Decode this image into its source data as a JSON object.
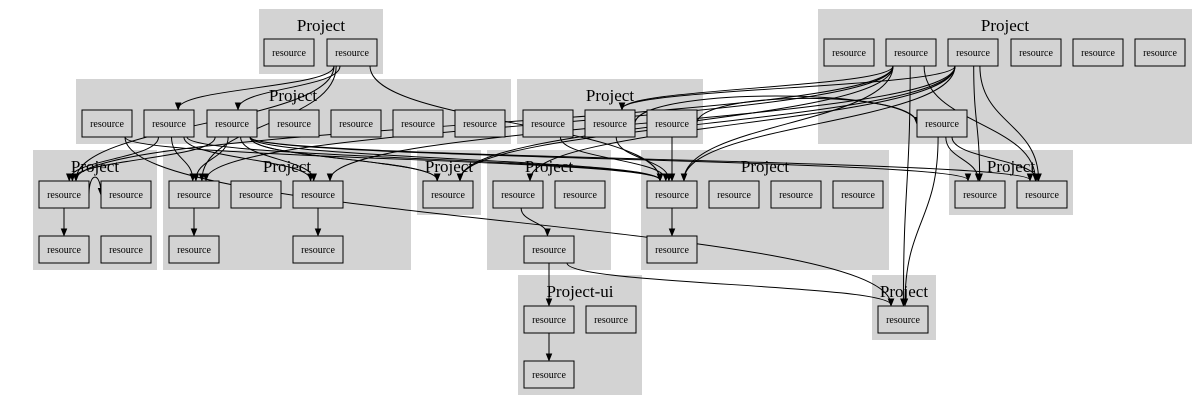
{
  "diagram": {
    "clusters": [
      {
        "id": "c1",
        "label": "Project",
        "nodes": [
          "c1n1",
          "c1n2"
        ]
      },
      {
        "id": "c2",
        "label": "Project",
        "nodes": [
          "c2n1",
          "c2n2",
          "c2n3",
          "c2n4",
          "c2n5",
          "c2n6"
        ]
      },
      {
        "id": "c3",
        "label": "Project",
        "nodes": [
          "c3n1",
          "c3n2",
          "c3n3",
          "c3n4",
          "c3n5",
          "c3n6",
          "c3n7"
        ]
      },
      {
        "id": "c4",
        "label": "Project",
        "nodes": [
          "c4n1",
          "c4n2",
          "c4n3"
        ]
      },
      {
        "id": "c5",
        "label": "Project",
        "nodes": [
          "c5n1",
          "c5n2"
        ]
      },
      {
        "id": "c6",
        "label": "Project",
        "nodes": [
          "c6n1",
          "c6n2",
          "c6n3",
          "c6n4"
        ]
      },
      {
        "id": "c7",
        "label": "Project",
        "nodes": [
          "c7n1",
          "c7n2",
          "c7n3",
          "c7n4",
          "c7n5",
          "c7n6"
        ]
      },
      {
        "id": "c8",
        "label": "Project",
        "nodes": [
          "c8n1"
        ]
      },
      {
        "id": "c9",
        "label": "Project",
        "nodes": [
          "c9n1",
          "c9n2",
          "c9n3"
        ]
      },
      {
        "id": "c10",
        "label": "Project",
        "nodes": [
          "c10n1",
          "c10n2",
          "c10n3",
          "c10n4",
          "c10n5"
        ]
      },
      {
        "id": "c11",
        "label": "Project",
        "nodes": [
          "c11n1",
          "c11n2"
        ]
      },
      {
        "id": "c12",
        "label": "Project-ui",
        "nodes": [
          "c12n1",
          "c12n2",
          "c12n3"
        ]
      },
      {
        "id": "c13",
        "label": "Project",
        "nodes": [
          "c13n1"
        ]
      }
    ],
    "nodes": [
      {
        "id": "c1n1",
        "label": "resource"
      },
      {
        "id": "c1n2",
        "label": "resource"
      },
      {
        "id": "c2n1",
        "label": "resource"
      },
      {
        "id": "c2n2",
        "label": "resource"
      },
      {
        "id": "c2n3",
        "label": "resource"
      },
      {
        "id": "c2n4",
        "label": "resource"
      },
      {
        "id": "c2n5",
        "label": "resource"
      },
      {
        "id": "c2n6",
        "label": "resource"
      },
      {
        "id": "c3n1",
        "label": "resource"
      },
      {
        "id": "c3n2",
        "label": "resource"
      },
      {
        "id": "c3n3",
        "label": "resource"
      },
      {
        "id": "c3n4",
        "label": "resource"
      },
      {
        "id": "c3n5",
        "label": "resource"
      },
      {
        "id": "c3n6",
        "label": "resource"
      },
      {
        "id": "c3n7",
        "label": "resource"
      },
      {
        "id": "c4n1",
        "label": "resource"
      },
      {
        "id": "c4n2",
        "label": "resource"
      },
      {
        "id": "c4n3",
        "label": "resource"
      },
      {
        "id": "c5n1",
        "label": "resource"
      },
      {
        "id": "c5n2",
        "label": "resource"
      },
      {
        "id": "c6n1",
        "label": "resource"
      },
      {
        "id": "c6n2",
        "label": "resource"
      },
      {
        "id": "c6n3",
        "label": "resource"
      },
      {
        "id": "c6n4",
        "label": "resource"
      },
      {
        "id": "c7n1",
        "label": "resource"
      },
      {
        "id": "c7n2",
        "label": "resource"
      },
      {
        "id": "c7n3",
        "label": "resource"
      },
      {
        "id": "c7n4",
        "label": "resource"
      },
      {
        "id": "c7n5",
        "label": "resource"
      },
      {
        "id": "c7n6",
        "label": "resource"
      },
      {
        "id": "c8n1",
        "label": "resource"
      },
      {
        "id": "c9n1",
        "label": "resource"
      },
      {
        "id": "c9n2",
        "label": "resource"
      },
      {
        "id": "c9n3",
        "label": "resource"
      },
      {
        "id": "c10n1",
        "label": "resource"
      },
      {
        "id": "c10n2",
        "label": "resource"
      },
      {
        "id": "c10n3",
        "label": "resource"
      },
      {
        "id": "c10n4",
        "label": "resource"
      },
      {
        "id": "c10n5",
        "label": "resource"
      },
      {
        "id": "c11n1",
        "label": "resource"
      },
      {
        "id": "c11n2",
        "label": "resource"
      },
      {
        "id": "c12n1",
        "label": "resource"
      },
      {
        "id": "c12n2",
        "label": "resource"
      },
      {
        "id": "c12n3",
        "label": "resource"
      },
      {
        "id": "c13n1",
        "label": "resource"
      }
    ],
    "edges": [
      {
        "from": "c4n1",
        "to": "c4n2"
      },
      {
        "from": "c4n1",
        "to": "c4n3"
      },
      {
        "from": "c6n1",
        "to": "c6n2"
      },
      {
        "from": "c6n3",
        "to": "c6n4"
      },
      {
        "from": "c9n1",
        "to": "c9n3"
      },
      {
        "from": "c10n1",
        "to": "c10n5"
      },
      {
        "from": "c12n1",
        "to": "c12n3"
      },
      {
        "from": "c9n3",
        "to": "c12n1"
      },
      {
        "from": "c9n3",
        "to": "c13n1"
      },
      {
        "from": "c1n2",
        "to": "c4n1"
      },
      {
        "from": "c1n2",
        "to": "c6n1"
      },
      {
        "from": "c1n2",
        "to": "c3n2"
      },
      {
        "from": "c1n2",
        "to": "c3n3"
      },
      {
        "from": "c1n2",
        "to": "c10n1"
      },
      {
        "from": "c2n3",
        "to": "c11n1"
      },
      {
        "from": "c2n3",
        "to": "c11n2"
      },
      {
        "from": "c2n3",
        "to": "c7n2"
      },
      {
        "from": "c2n2",
        "to": "c7n2"
      },
      {
        "from": "c2n2",
        "to": "c13n1"
      },
      {
        "from": "c2n2",
        "to": "c10n1"
      },
      {
        "from": "c2n2",
        "to": "c11n2"
      },
      {
        "from": "c7n1",
        "to": "c7n5"
      },
      {
        "from": "c7n2",
        "to": "c7n5"
      },
      {
        "from": "c7n2",
        "to": "c7n6"
      },
      {
        "from": "c7n3",
        "to": "c7n5"
      },
      {
        "from": "c7n3",
        "to": "c7n6"
      },
      {
        "from": "c7n6",
        "to": "c11n1"
      },
      {
        "from": "c7n6",
        "to": "c11n2"
      },
      {
        "from": "c7n6",
        "to": "c13n1"
      },
      {
        "from": "c3n2",
        "to": "c4n1"
      },
      {
        "from": "c3n2",
        "to": "c6n1"
      },
      {
        "from": "c3n2",
        "to": "c6n3"
      },
      {
        "from": "c3n2",
        "to": "c10n1"
      },
      {
        "from": "c3n3",
        "to": "c4n1"
      },
      {
        "from": "c3n3",
        "to": "c6n3"
      },
      {
        "from": "c3n3",
        "to": "c5n1"
      },
      {
        "from": "c3n3",
        "to": "c11n1"
      },
      {
        "from": "c3n3",
        "to": "c11n2"
      },
      {
        "from": "c2n2",
        "to": "c4n1"
      },
      {
        "from": "c2n3",
        "to": "c6n3"
      },
      {
        "from": "c2n3",
        "to": "c10n1"
      },
      {
        "from": "c2n3",
        "to": "c5n1"
      },
      {
        "from": "c2n3",
        "to": "c9n1"
      },
      {
        "from": "c2n2",
        "to": "c6n1"
      },
      {
        "from": "c2n2",
        "to": "c5n1"
      },
      {
        "from": "c3n1",
        "to": "c13n1"
      },
      {
        "from": "c3n3",
        "to": "c10n1"
      },
      {
        "from": "c3n3",
        "to": "c6n1"
      },
      {
        "from": "c3n3",
        "to": "c5n1"
      },
      {
        "from": "c3n1",
        "to": "c10n1"
      }
    ]
  },
  "colors": {
    "cluster": "#d3d3d3",
    "node": "#d3d3d3",
    "stroke": "#000000"
  }
}
